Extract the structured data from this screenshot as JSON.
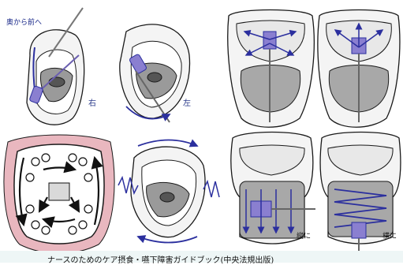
{
  "labels": {
    "top_left": "奥から前へ",
    "right": "右",
    "left": "左",
    "vertical": "縦に",
    "horizontal": "横に"
  },
  "caption": "ナースのためのケア摂食・嚥下障害ガイドブック(中央法規出版)",
  "colors": {
    "stroke": "#1a1a1a",
    "arrow_blue": "#2b2f9e",
    "brush_purple": "#6b5fb0",
    "tongue_gray": "#9a9a9a",
    "gum_pink": "#e9b7bf",
    "caption_bg": "#eef6f6"
  }
}
